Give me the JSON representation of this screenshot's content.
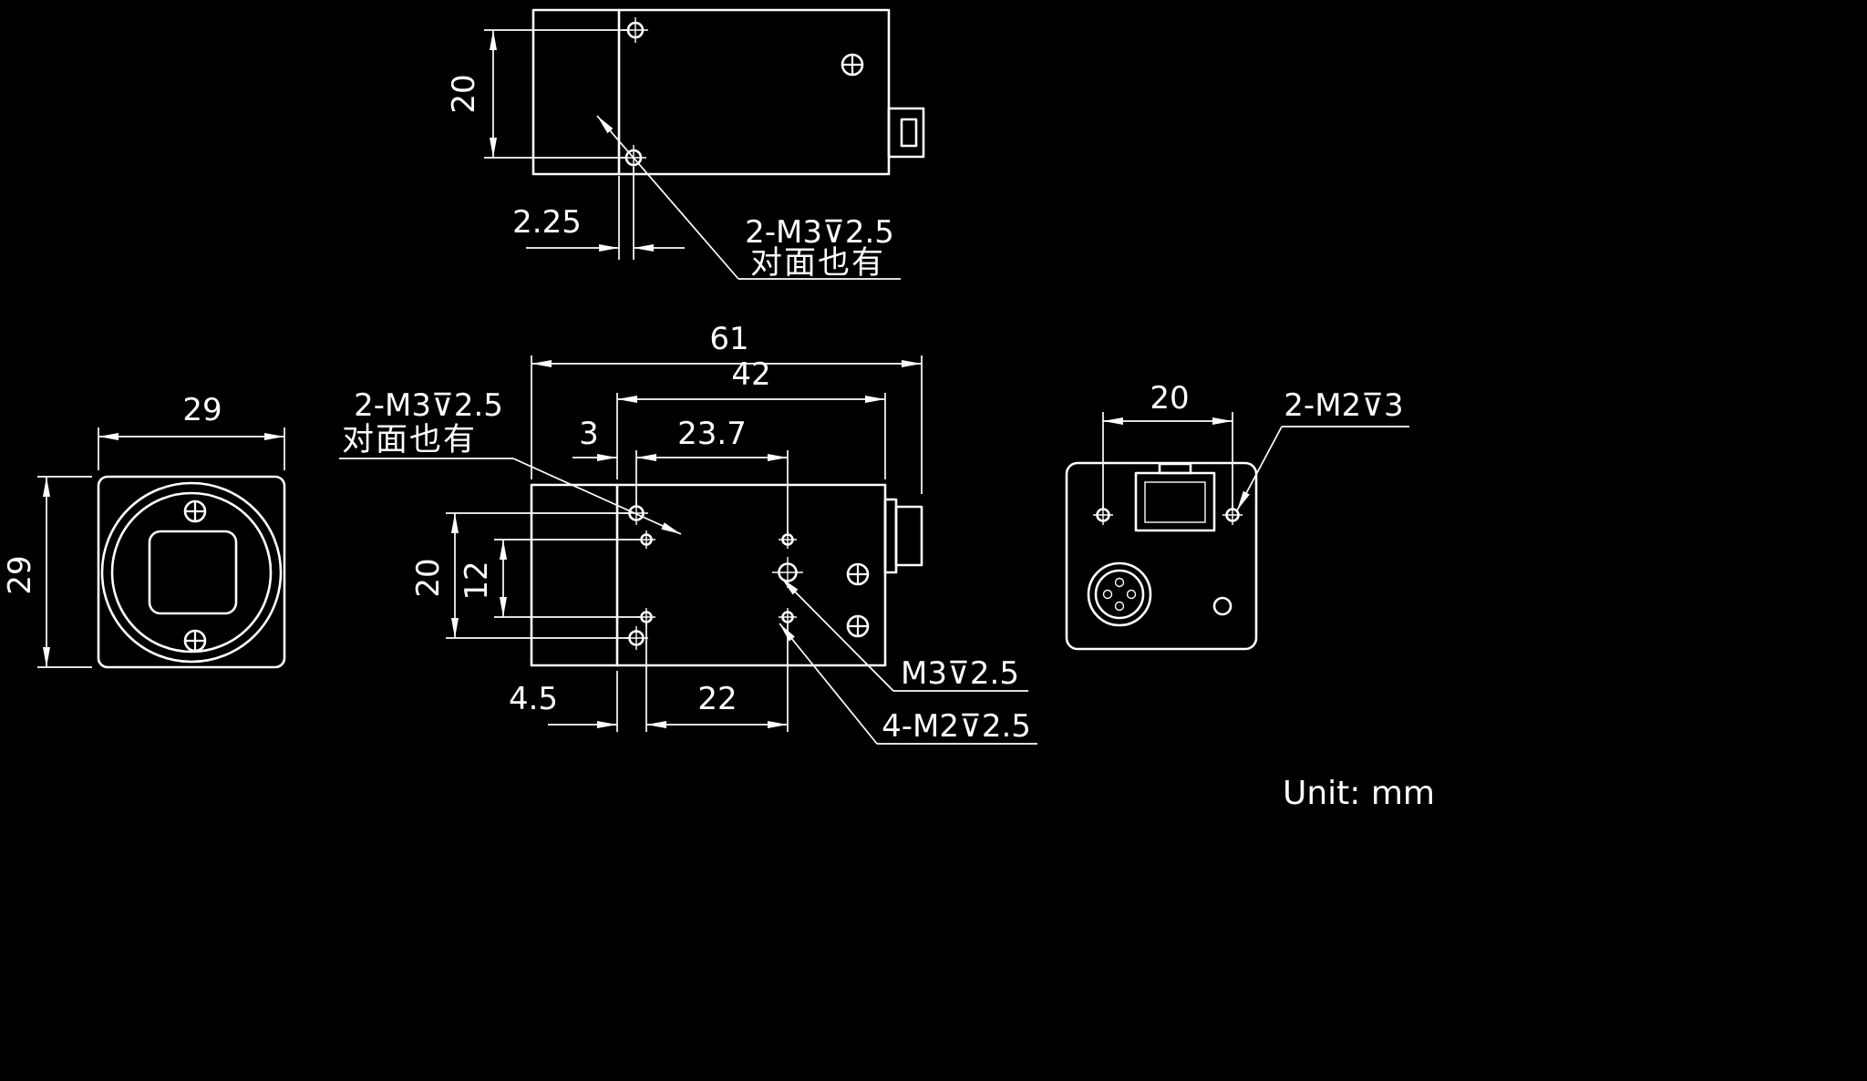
{
  "drawing": {
    "unit_note": "Unit: mm",
    "colors": {
      "background": "#000000",
      "ink": "#ffffff"
    }
  },
  "top_view": {
    "dim_hole_spacing": "20",
    "dim_hole_offset": "2.25",
    "callout_m3_line1": "2-M3⊽2.5",
    "callout_m3_line2": "对面也有"
  },
  "front_view": {
    "dim_width": "29",
    "dim_height": "29"
  },
  "side_view": {
    "dim_total_length": "61",
    "dim_body_length": "42",
    "dim_front_offset": "3",
    "dim_m3_spacing": "23.7",
    "dim_side_hole_spacing": "20",
    "dim_m2_row_spacing": "12",
    "dim_m2_front_offset": "4.5",
    "dim_m2_col_spacing": "22",
    "callout_m3_line1": "2-M3⊽2.5",
    "callout_m3_line2": "对面也有",
    "callout_m3_center": "M3⊽2.5",
    "callout_m2": "4-M2⊽2.5"
  },
  "back_view": {
    "dim_hole_spacing": "20",
    "callout_m2": "2-M2⊽3"
  }
}
